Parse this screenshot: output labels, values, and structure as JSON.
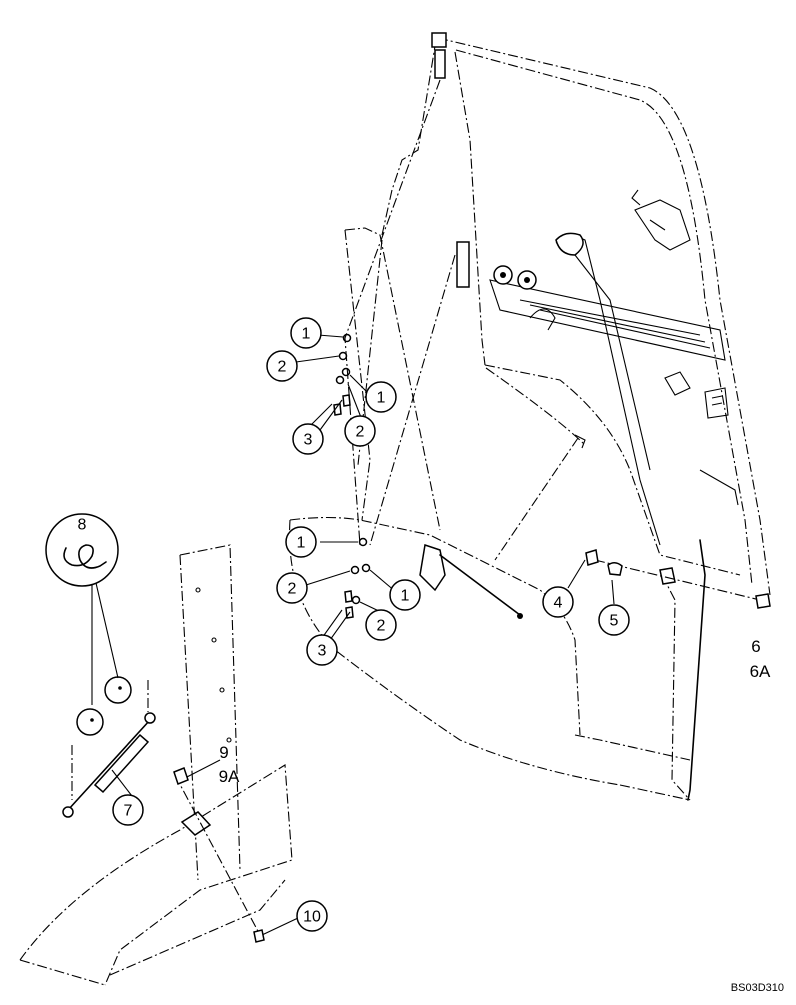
{
  "diagram": {
    "code": "BS03D310",
    "callouts": [
      {
        "id": "c1a",
        "label": "1"
      },
      {
        "id": "c2a",
        "label": "2"
      },
      {
        "id": "c1b",
        "label": "1"
      },
      {
        "id": "c3a",
        "label": "3"
      },
      {
        "id": "c2b",
        "label": "2"
      },
      {
        "id": "c1c",
        "label": "1"
      },
      {
        "id": "c2c",
        "label": "2"
      },
      {
        "id": "c1d",
        "label": "1"
      },
      {
        "id": "c3b",
        "label": "3"
      },
      {
        "id": "c2d",
        "label": "2"
      },
      {
        "id": "c4",
        "label": "4"
      },
      {
        "id": "c5",
        "label": "5"
      },
      {
        "id": "c7",
        "label": "7"
      },
      {
        "id": "c10",
        "label": "10"
      },
      {
        "id": "c8",
        "label": "8"
      }
    ],
    "plain_labels": [
      {
        "id": "l6",
        "label": "6"
      },
      {
        "id": "l6a",
        "label": "6A"
      },
      {
        "id": "l9",
        "label": "9"
      },
      {
        "id": "l9a",
        "label": "9A"
      }
    ]
  }
}
